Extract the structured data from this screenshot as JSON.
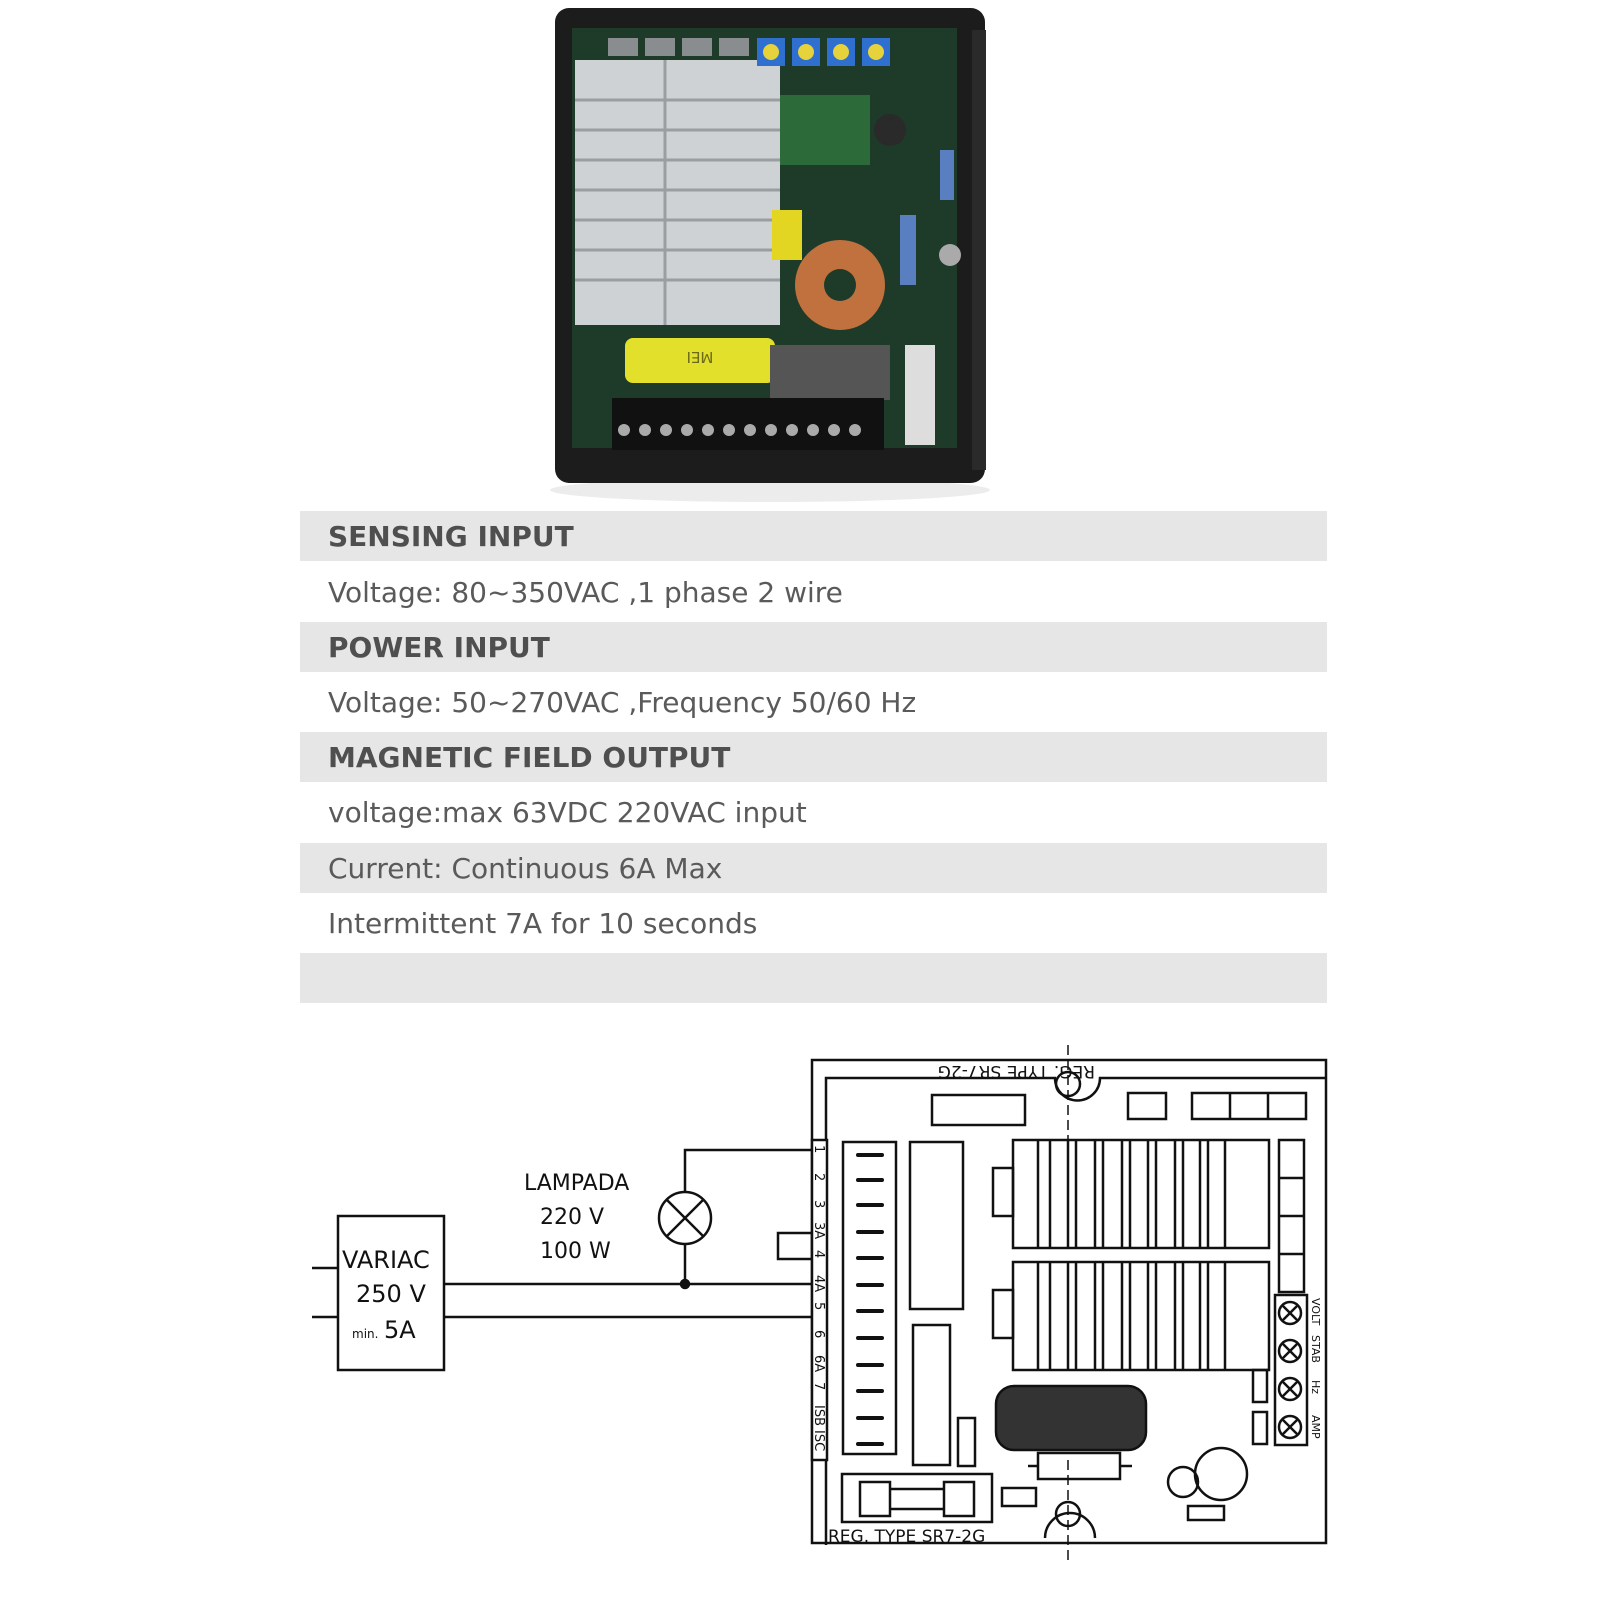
{
  "product_photo": {
    "capacitor_marking": "MEI"
  },
  "specs": [
    {
      "type": "header",
      "text": "SENSING INPUT"
    },
    {
      "type": "value",
      "text": "Voltage: 80~350VAC ,1 phase 2 wire"
    },
    {
      "type": "header",
      "text": "POWER INPUT"
    },
    {
      "type": "value",
      "text": "Voltage: 50~270VAC ,Frequency 50/60 Hz"
    },
    {
      "type": "header",
      "text": "MAGNETIC FIELD OUTPUT"
    },
    {
      "type": "value",
      "text": "voltage:max 63VDC 220VAC input"
    },
    {
      "type": "value",
      "text": "Current: Continuous 6A Max"
    },
    {
      "type": "value",
      "text": "Intermittent 7A for 10 seconds"
    },
    {
      "type": "value",
      "text": ""
    }
  ],
  "diagram": {
    "variac": {
      "label": "VARIAC",
      "voltage": "250  V",
      "current_prefix": "min.",
      "current": "5A"
    },
    "lamp": {
      "label": "LAMPADA",
      "voltage": "220  V",
      "power": "100  W"
    },
    "board": {
      "type_label_top": "REG. TYPE SR7-2G",
      "type_label_bottom": "REG. TYPE SR7-2G",
      "terminals": [
        "1",
        "2",
        "3",
        "3A",
        "4",
        "4A",
        "5",
        "6",
        "6A",
        "7",
        "ISB",
        "ISC"
      ],
      "pots": [
        "VOLT",
        "STAB",
        "Hz",
        "AMP"
      ]
    }
  }
}
